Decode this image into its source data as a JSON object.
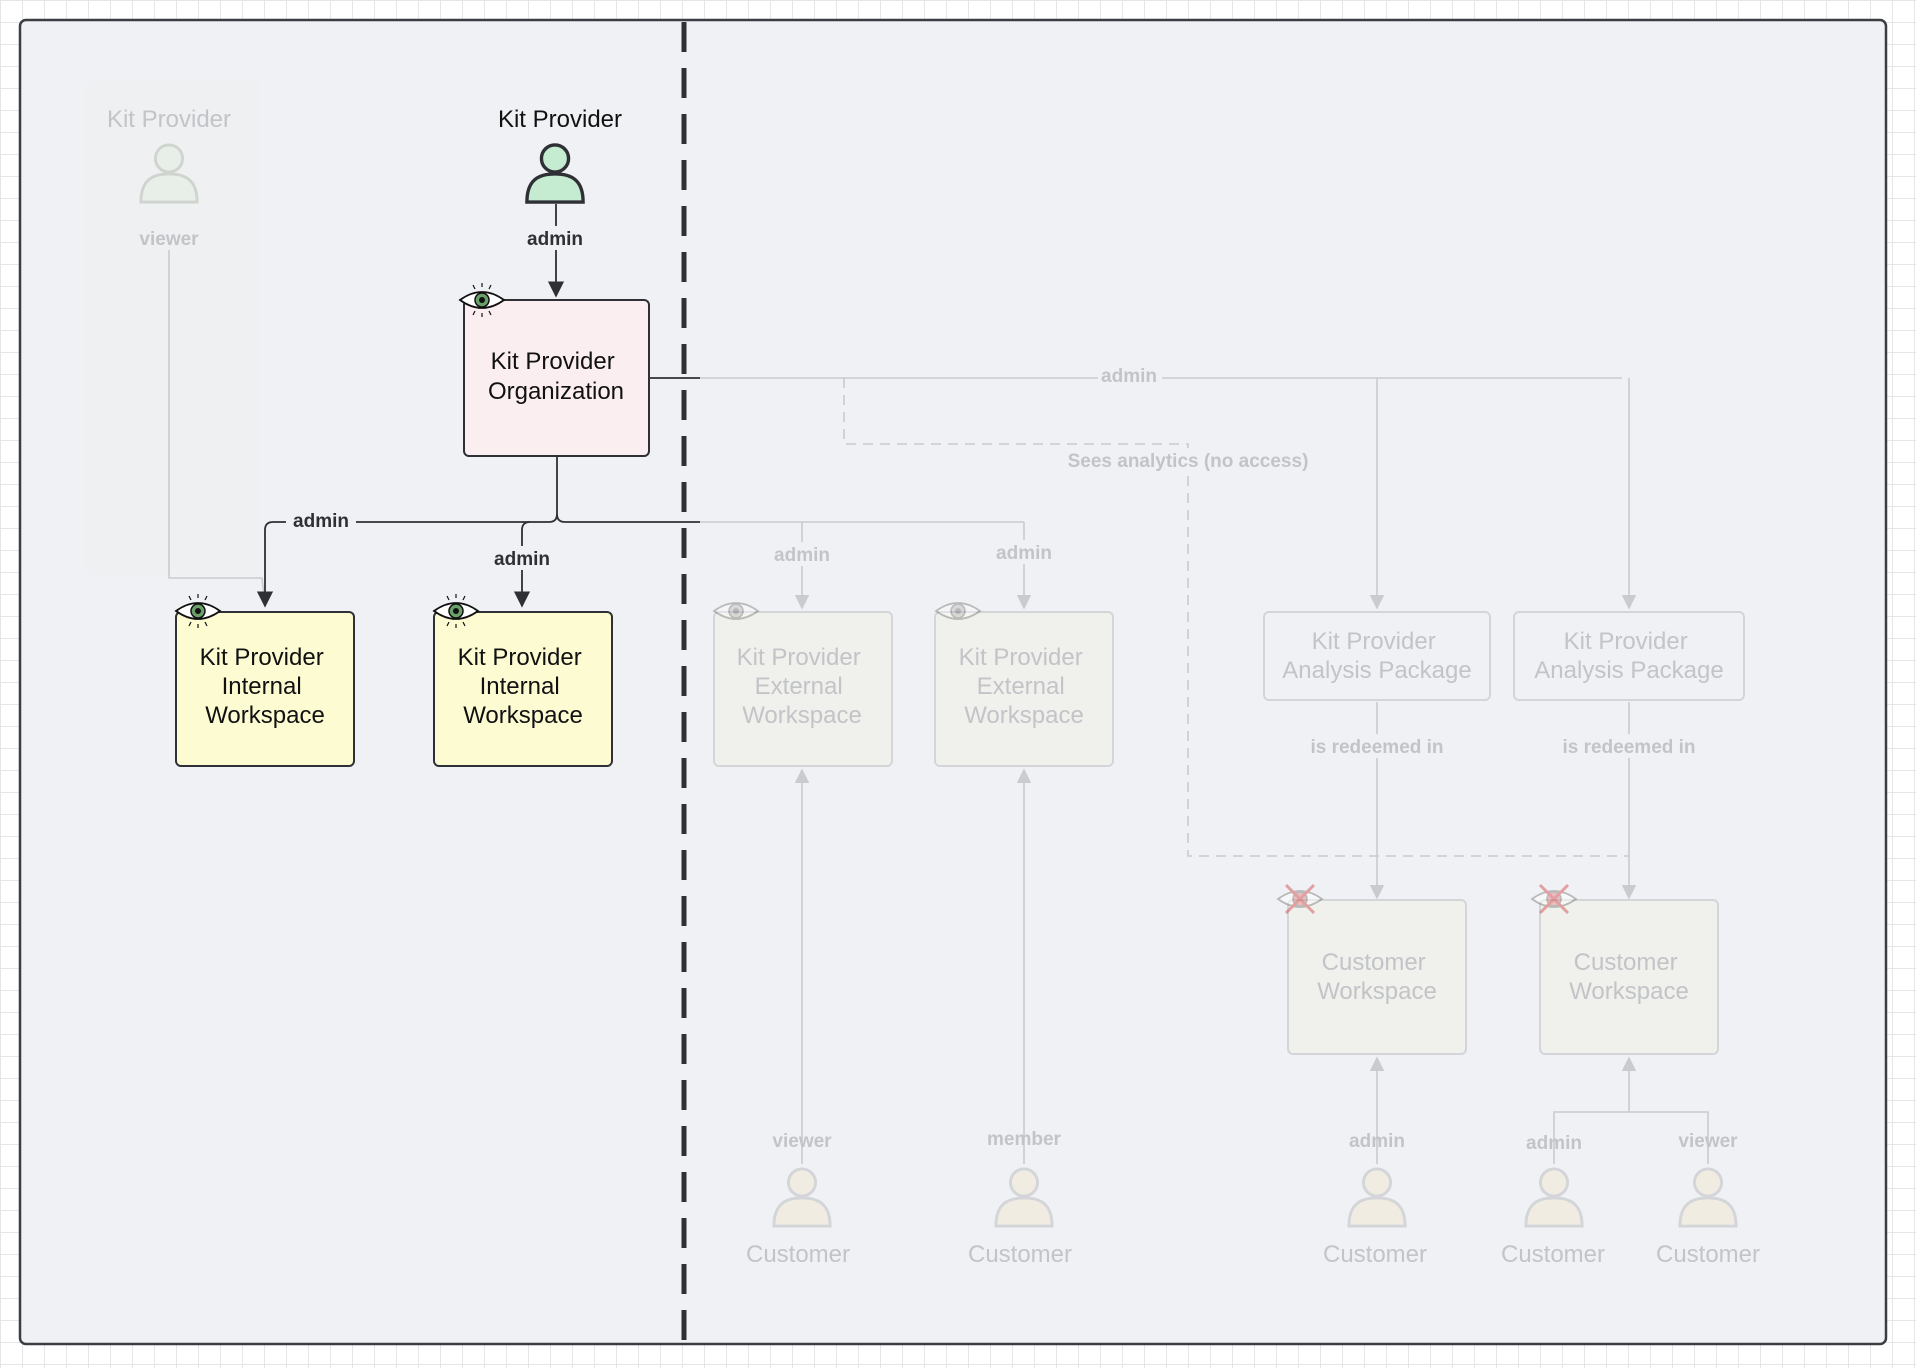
{
  "colors": {
    "frame_bg": "#f0f1f4",
    "organization_fill": "#fbeef0",
    "internal_workspace_fill": "#fdfbd1",
    "actor_active_fill": "#c5ecd0",
    "faded_stroke": "#c9cbd0",
    "faded_text": "#c2c4c8",
    "active_stroke": "#2e3035"
  },
  "actors": {
    "kit_provider_faded": {
      "name": "Kit Provider",
      "role": "viewer"
    },
    "kit_provider_active": {
      "name": "Kit Provider",
      "role": "admin"
    },
    "customers": [
      {
        "name": "Customer",
        "role": "viewer"
      },
      {
        "name": "Customer",
        "role": "member"
      },
      {
        "name": "Customer",
        "role": "admin"
      },
      {
        "name": "Customer",
        "role": "admin"
      },
      {
        "name": "Customer",
        "role": "viewer"
      }
    ]
  },
  "nodes": {
    "organization": [
      "Kit Provider",
      "Organization"
    ],
    "internal_workspace_1": [
      "Kit Provider",
      "Internal",
      "Workspace"
    ],
    "internal_workspace_2": [
      "Kit Provider",
      "Internal",
      "Workspace"
    ],
    "external_workspace_1": [
      "Kit Provider",
      "External",
      "Workspace"
    ],
    "external_workspace_2": [
      "Kit Provider",
      "External",
      "Workspace"
    ],
    "analysis_package_1": [
      "Kit Provider",
      "Analysis Package"
    ],
    "analysis_package_2": [
      "Kit Provider",
      "Analysis Package"
    ],
    "customer_workspace_1": [
      "Customer",
      "Workspace"
    ],
    "customer_workspace_2": [
      "Customer",
      "Workspace"
    ]
  },
  "edges": {
    "org_to_internal_1": "admin",
    "org_to_internal_2": "admin",
    "org_to_external_1": "admin",
    "org_to_external_2": "admin",
    "org_to_packages": "admin",
    "sees_analytics": "Sees analytics (no access)",
    "package_1_redeemed": "is redeemed in",
    "package_2_redeemed": "is redeemed in"
  },
  "icons": {
    "visible": "eye-icon",
    "hidden": "eye-crossed-icon",
    "actor": "user-icon"
  }
}
